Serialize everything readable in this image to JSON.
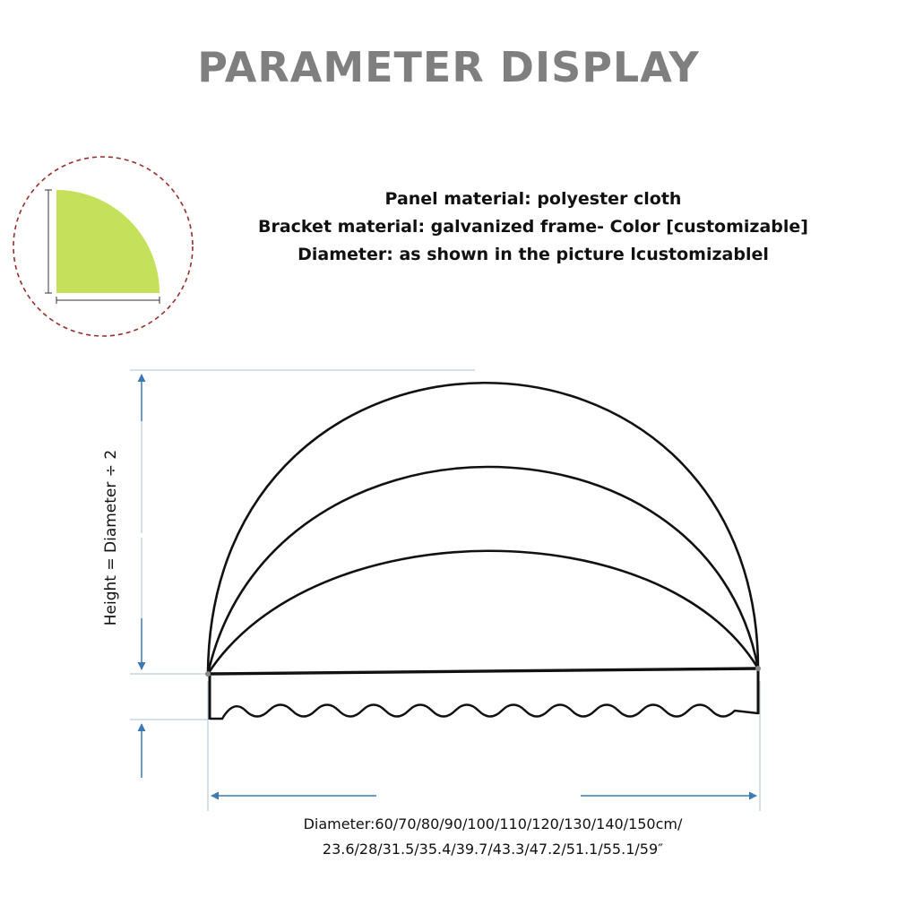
{
  "title": "PARAMETER DISPLAY",
  "specs": {
    "panel_material": "Panel material: polyester cloth",
    "bracket_material": "Bracket material: galvanized frame- Color [customizable]",
    "diameter": "Diameter: as shown in the picture lcustomizablel"
  },
  "height_label": "Height = Diameter ÷ 2",
  "diameter_caption": {
    "line1": "Diameter:60/70/80/90/100/110/120/130/140/150cm/",
    "line2": "23.6/28/31.5/35.4/39.7/43.3/47.2/51.1/55.1/59″"
  },
  "colors": {
    "title": "#7f7f7f",
    "quarter_fill": "#c5e05a",
    "circle_border": "#9b2c2c",
    "dimension_arrow": "#3c78b4",
    "dimension_line": "#c8d6e4",
    "frame_stroke": "#111111"
  }
}
